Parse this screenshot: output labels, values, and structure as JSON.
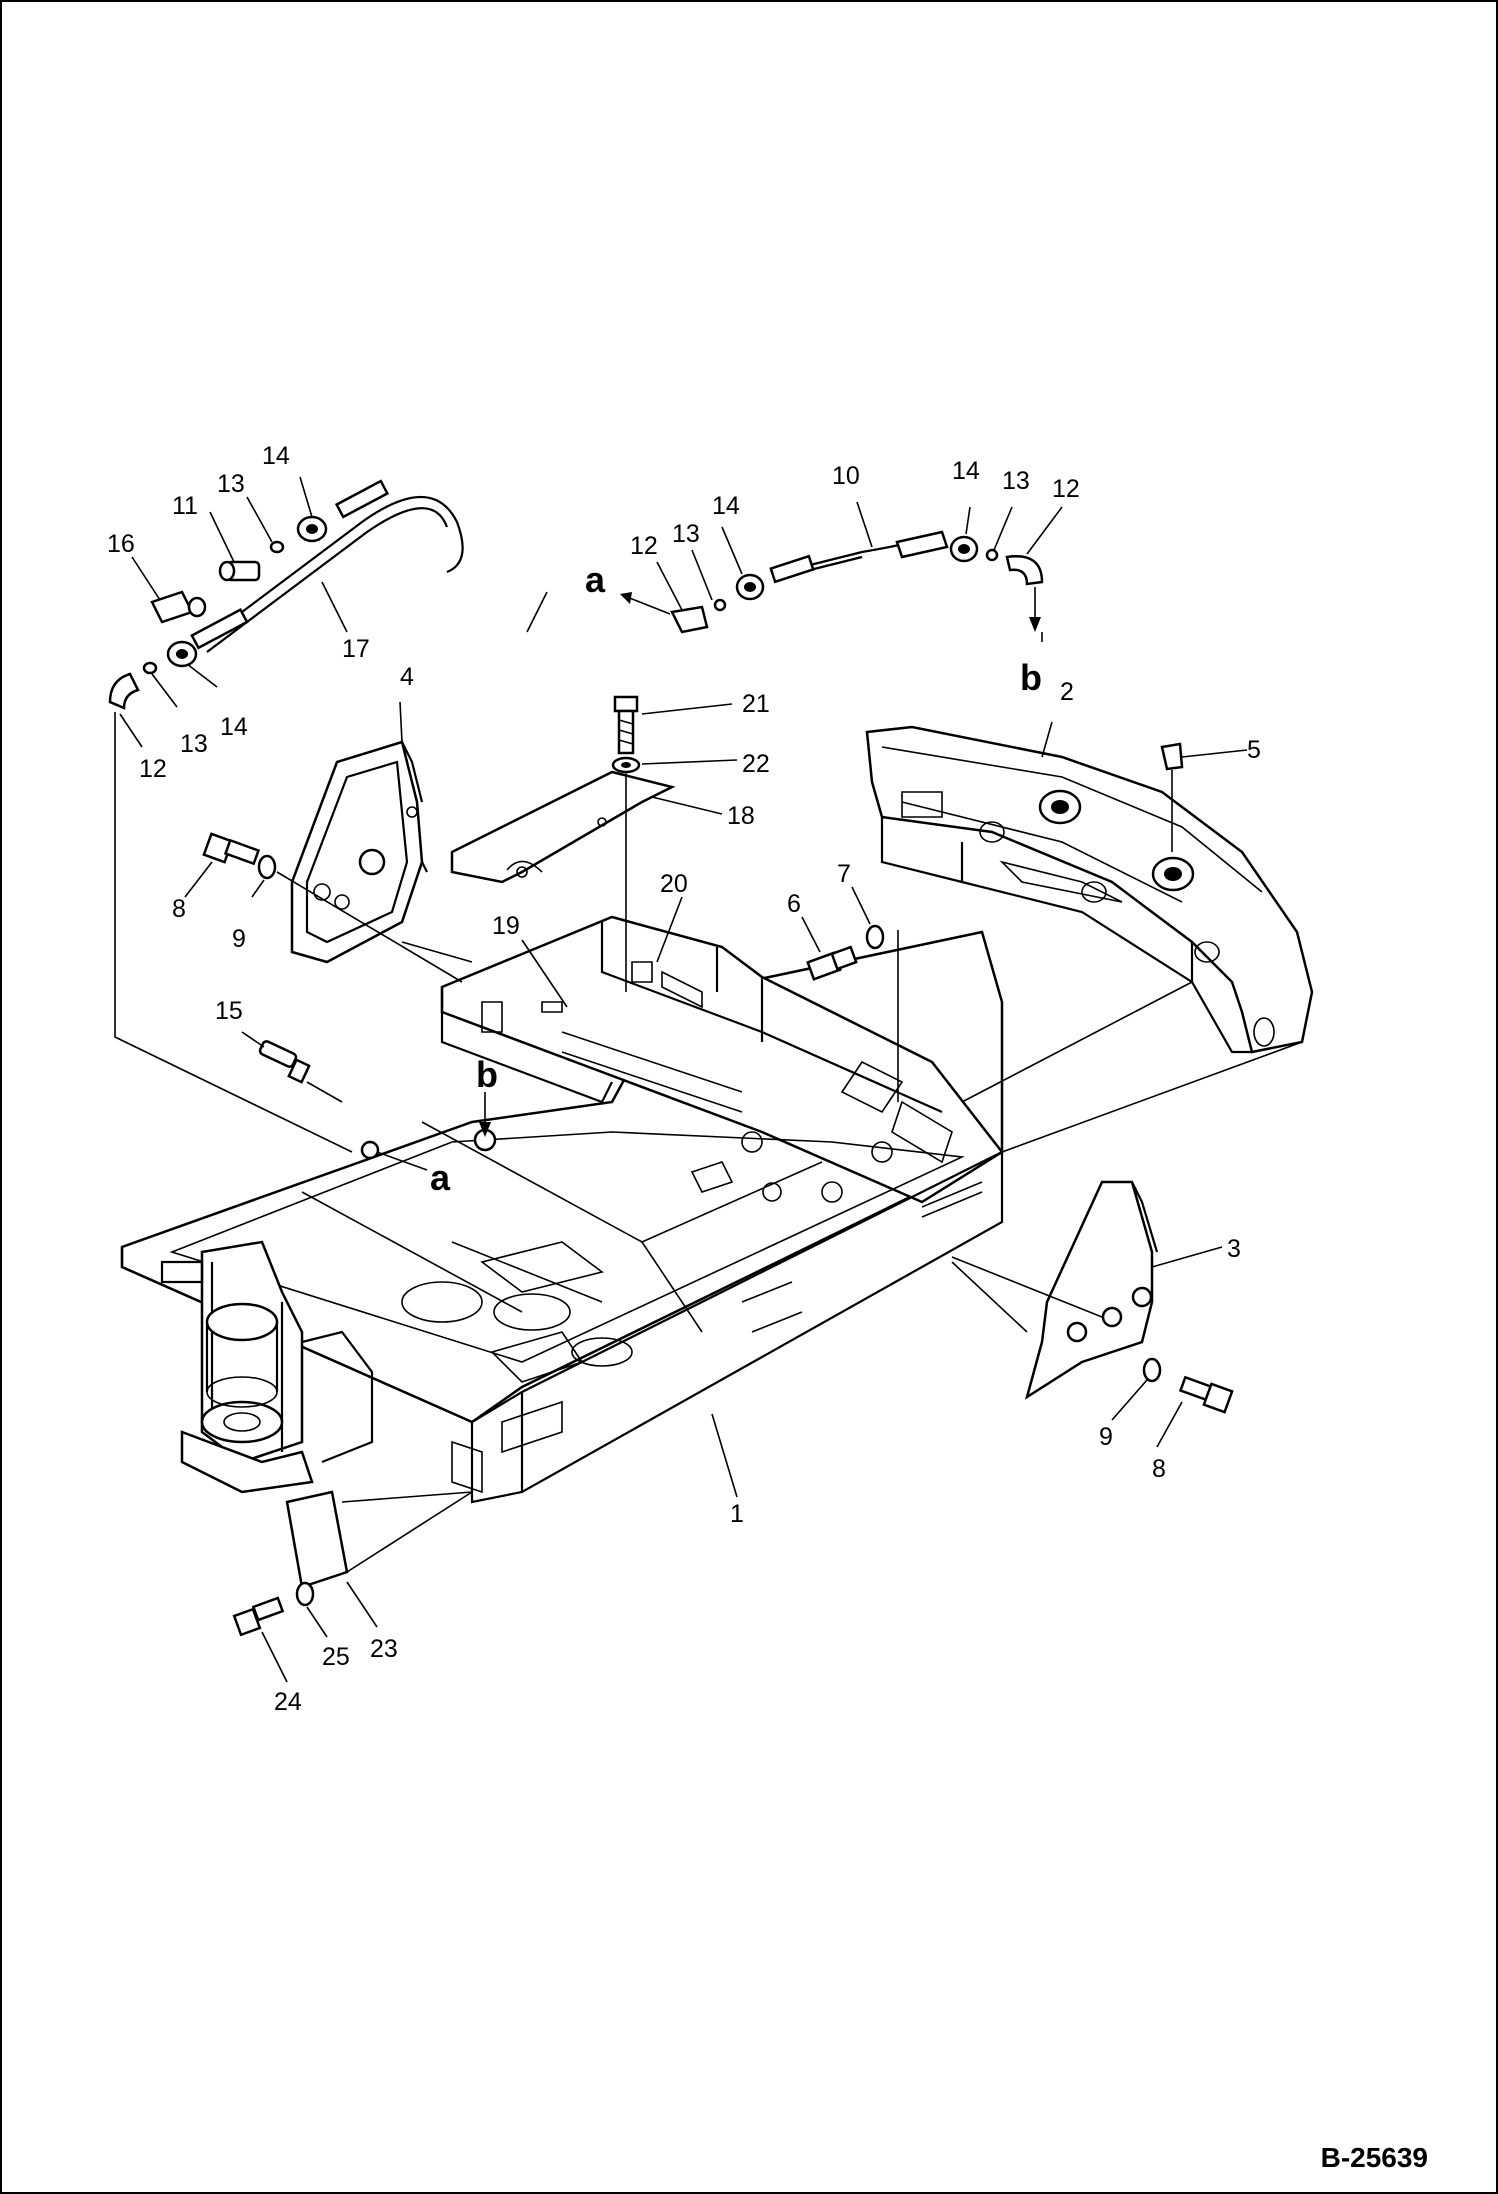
{
  "drawing_code": "B-25639",
  "reference_letters": [
    "a",
    "b"
  ],
  "part_numbers": [
    "1",
    "2",
    "3",
    "4",
    "5",
    "6",
    "7",
    "8",
    "9",
    "10",
    "11",
    "12",
    "13",
    "14",
    "15",
    "16",
    "17",
    "18",
    "19",
    "20",
    "21",
    "22",
    "23",
    "24",
    "25"
  ]
}
